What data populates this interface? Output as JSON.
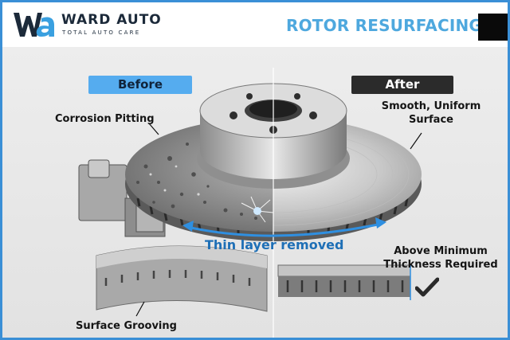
{
  "brand": {
    "name": "WARD AUTO",
    "tagline": "TOTAL AUTO CARE",
    "logo_icon": "wa-logo"
  },
  "title": "ROTOR RESURFACING",
  "panels": {
    "before_label": "Before",
    "after_label": "After"
  },
  "annotations": {
    "corrosion": "Corrosion Pitting",
    "smooth_line1": "Smooth, Uniform",
    "smooth_line2": "Surface",
    "thin_layer": "Thin layer removed",
    "min_line1": "Above Minimum",
    "min_line2": "Thickness Required",
    "grooving": "Surface Grooving"
  },
  "colors": {
    "frame": "#3a8fd6",
    "title": "#4ea8de",
    "before_pill": "#55acef",
    "after_pill": "#2b2b2b",
    "thin_layer_text": "#1e6fb6"
  }
}
